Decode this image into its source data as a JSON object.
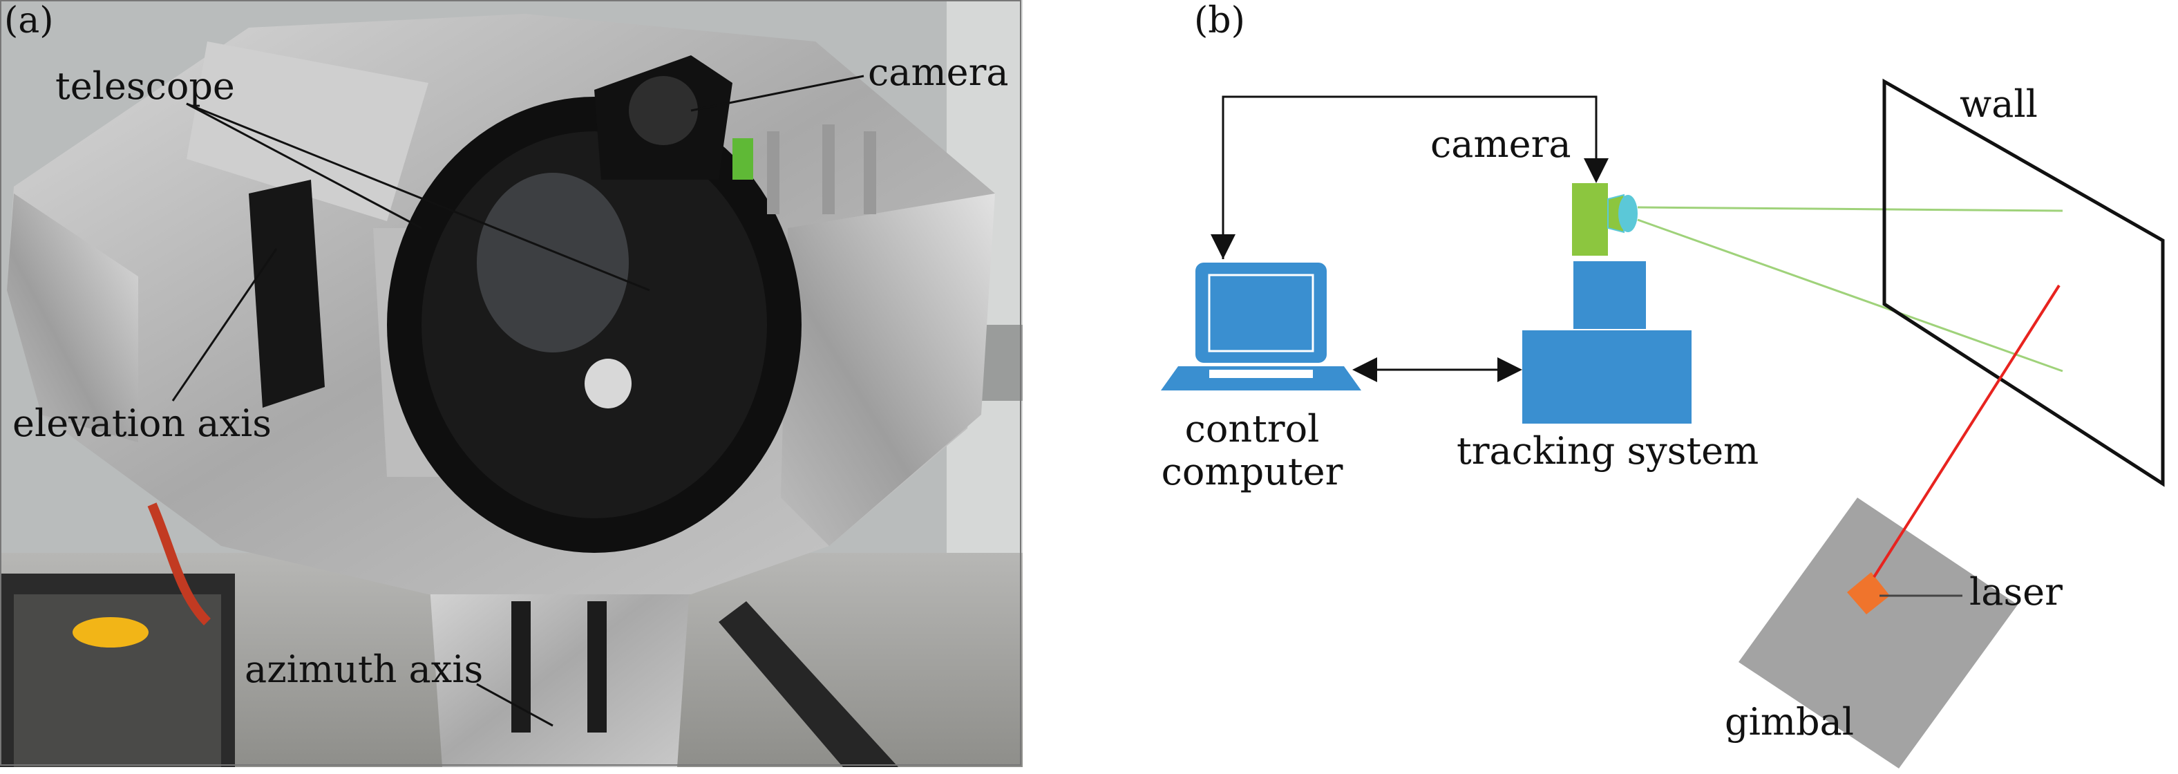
{
  "panel_a": {
    "label": "(a)",
    "annotations": {
      "telescope": "telescope",
      "camera": "camera",
      "elevation_axis": "elevation axis",
      "azimuth_axis": "azimuth axis"
    }
  },
  "panel_b": {
    "label": "(b)",
    "labels": {
      "wall": "wall",
      "camera": "camera",
      "control_line1": "control",
      "control_line2": "computer",
      "tracking_system": "tracking system",
      "laser": "laser",
      "gimbal": "gimbal"
    }
  },
  "colors": {
    "equipment_blue": "#3a8fd0",
    "camera_green": "#8cc63f",
    "lens_cyan": "#5bc8d8",
    "beam_green": "#9fd27a",
    "laser_red": "#e8231f",
    "laser_orange": "#f0742c",
    "gimbal_gray": "#a3a3a3"
  }
}
